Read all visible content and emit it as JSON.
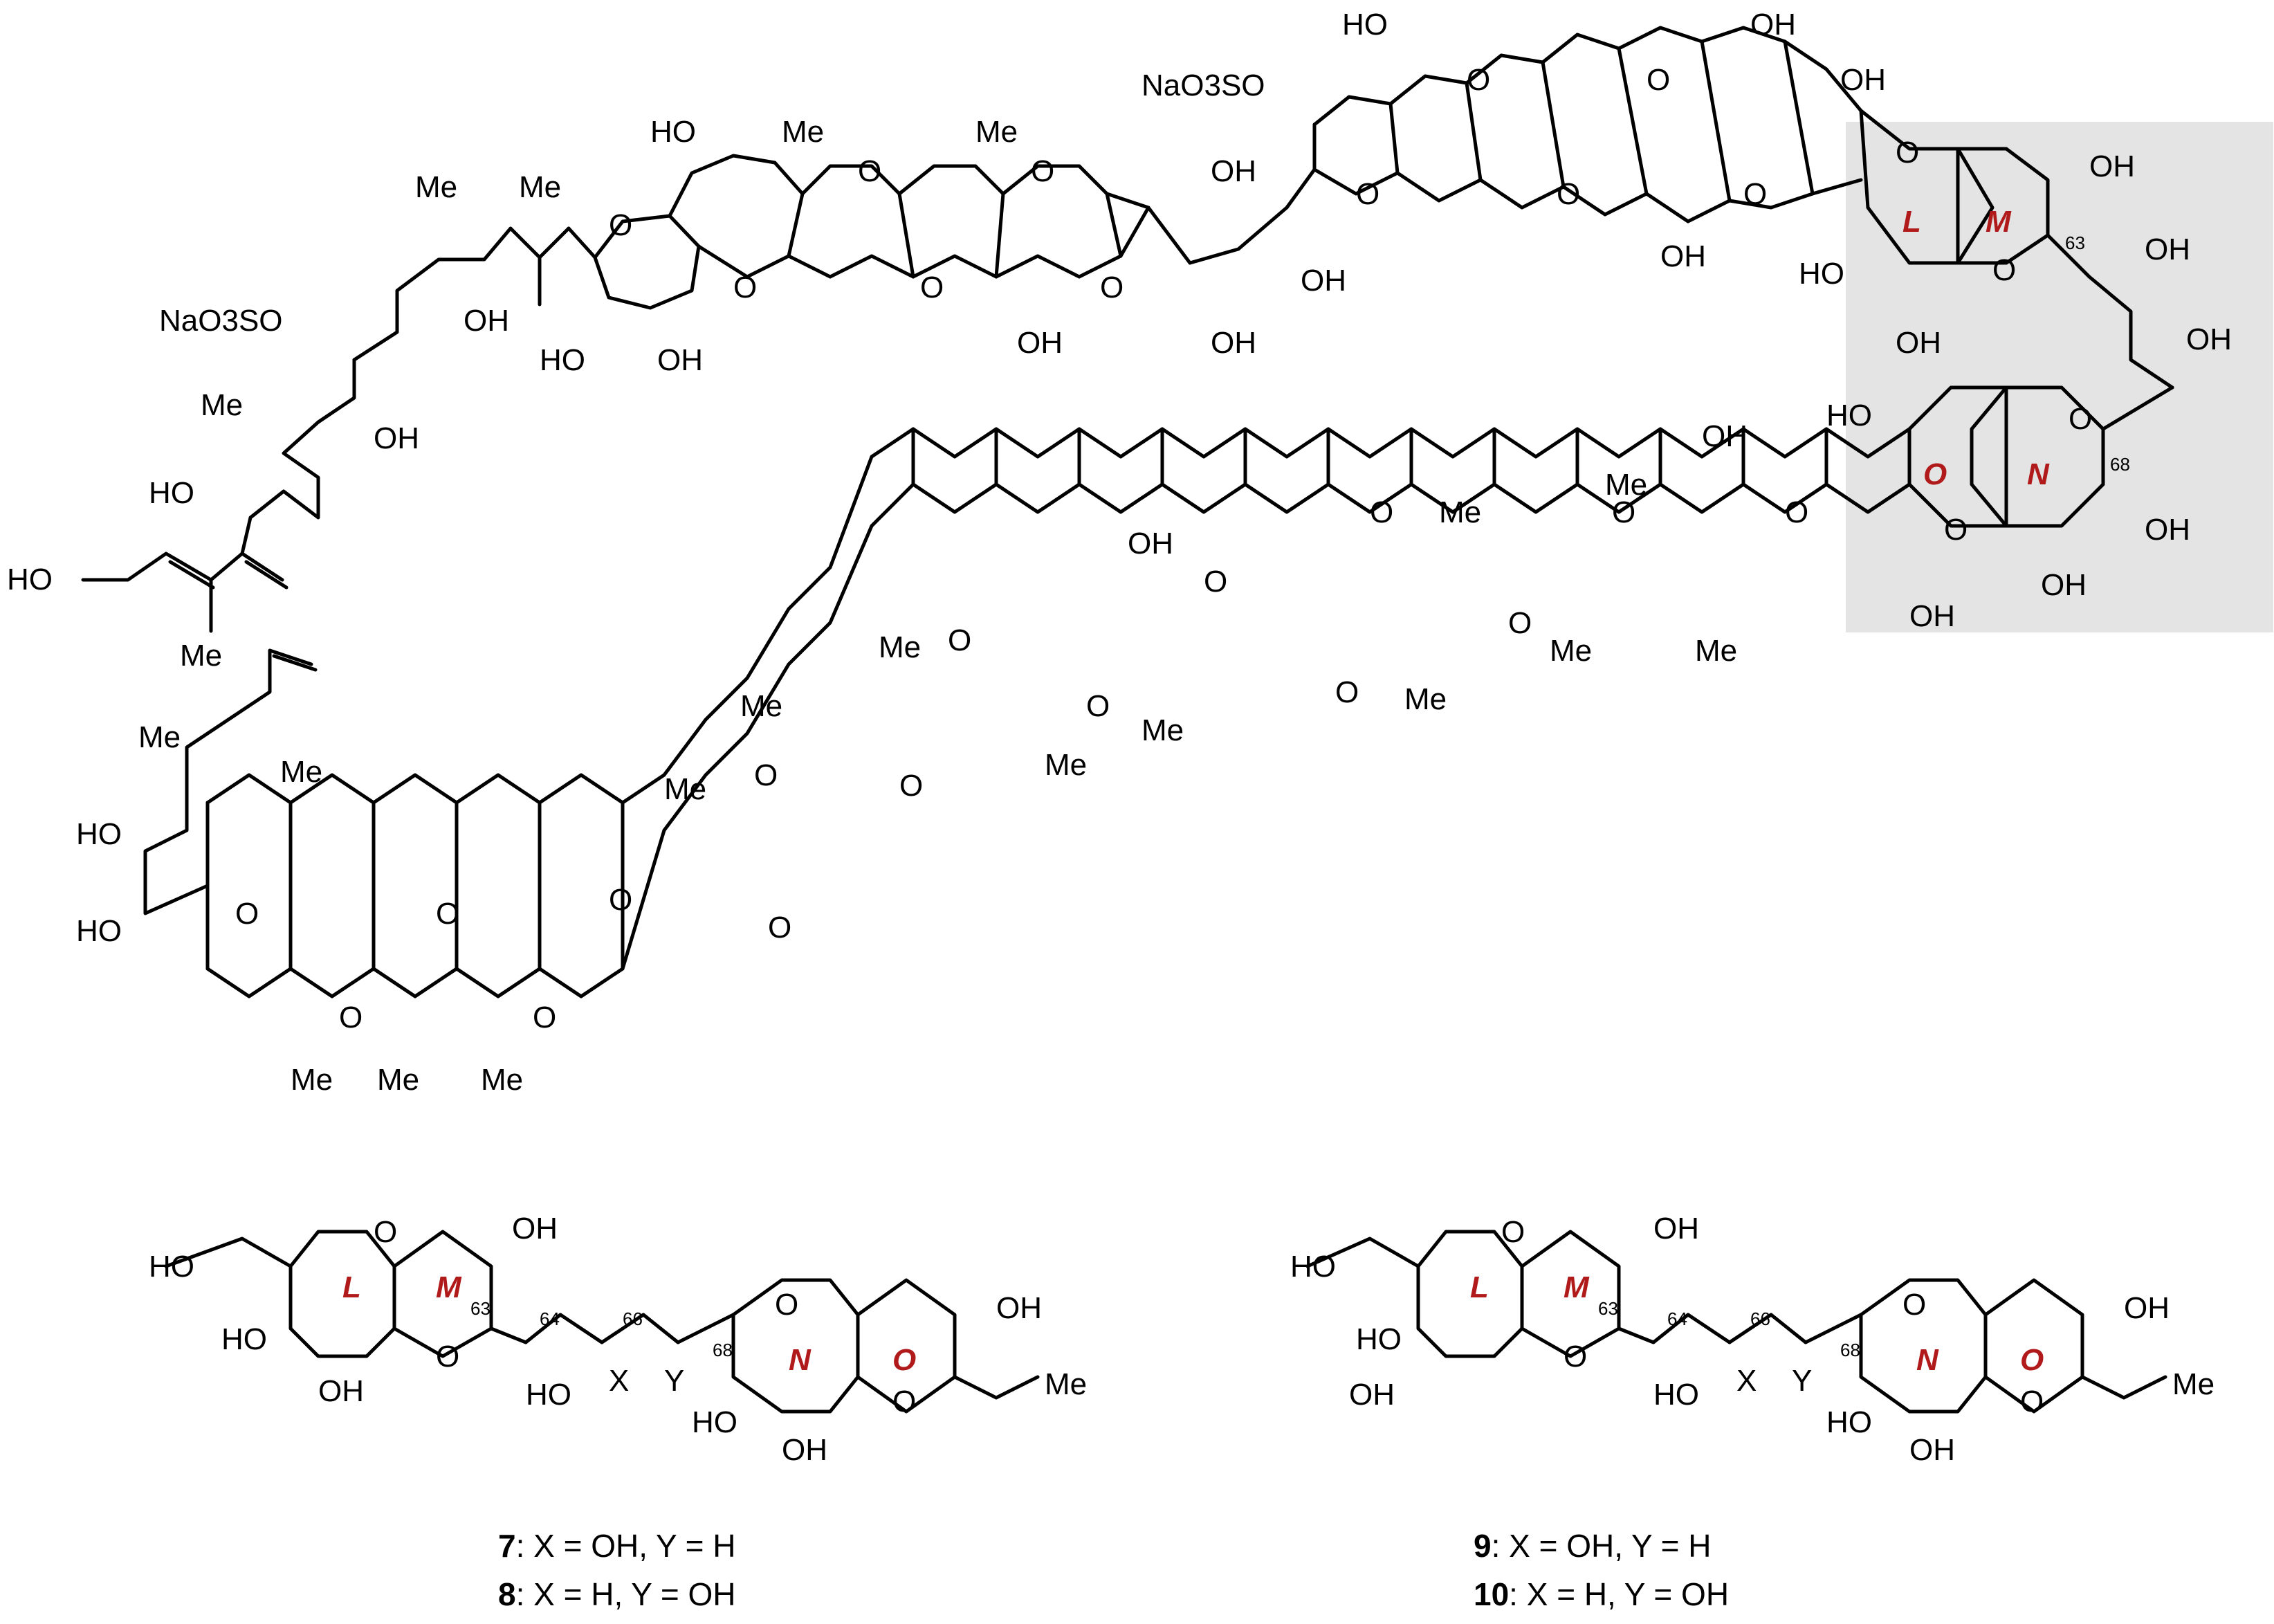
{
  "colors": {
    "ring_label": "#b01a1a",
    "highlight": "#e4e4e4",
    "ink": "#000000"
  },
  "groups": {
    "oh": "OH",
    "ho": "HO",
    "h": "H",
    "me": "Me",
    "o": "O",
    "sulfate_right": "NaO3SO",
    "sulfate_left": "NaO3SO"
  },
  "ring_labels": {
    "L": "L",
    "M": "M",
    "N": "N",
    "O": "O"
  },
  "locants": {
    "c63": "63",
    "c64": "64",
    "c66": "66",
    "c68": "68"
  },
  "substituents": {
    "x": "X",
    "y": "Y"
  },
  "captions": [
    {
      "num": "7",
      "text": ": X = OH, Y = H"
    },
    {
      "num": "8",
      "text": ": X = H, Y = OH"
    },
    {
      "num": "9",
      "text": ": X = OH, Y = H"
    },
    {
      "num": "10",
      "text": ": X = H, Y = OH"
    }
  ]
}
